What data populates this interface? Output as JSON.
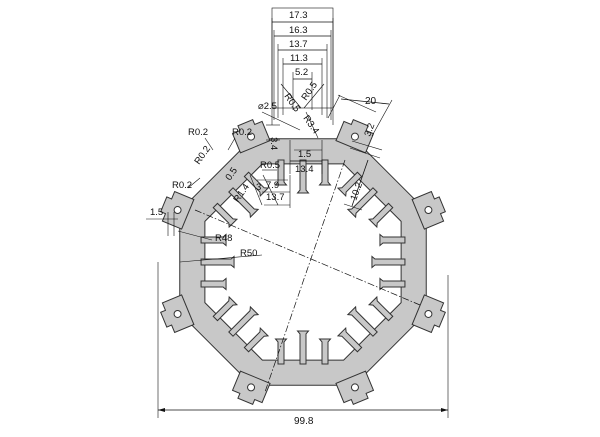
{
  "dimensions": {
    "top_widths": [
      "17.3",
      "16.3",
      "13.7",
      "11.3",
      "5.2"
    ],
    "slot_radius_left": "R0.5",
    "slot_radius_right": "R0.5",
    "diameter": "⌀2.5",
    "slot_3_4": "3.4",
    "r_3_4": "R3.4",
    "r02_a": "R0.2",
    "r02_b": "R0.2",
    "r02_c": "R0.2",
    "r02_d": "R0.2",
    "d_1_5_center": "1.5",
    "d_13_4": "13.4",
    "r05_inner": "R0.5",
    "d_0_5": "0.5",
    "r1_4": "R1.4",
    "d_3": "3",
    "d_7_9": "7.9",
    "d_13_7": "13.7",
    "d_20": "20",
    "d_3_2": "3.2",
    "d_10_2": "10.2",
    "d_1_5_left": "1.5",
    "r48": "R48",
    "r50": "R50",
    "overall_width": "99.8"
  }
}
